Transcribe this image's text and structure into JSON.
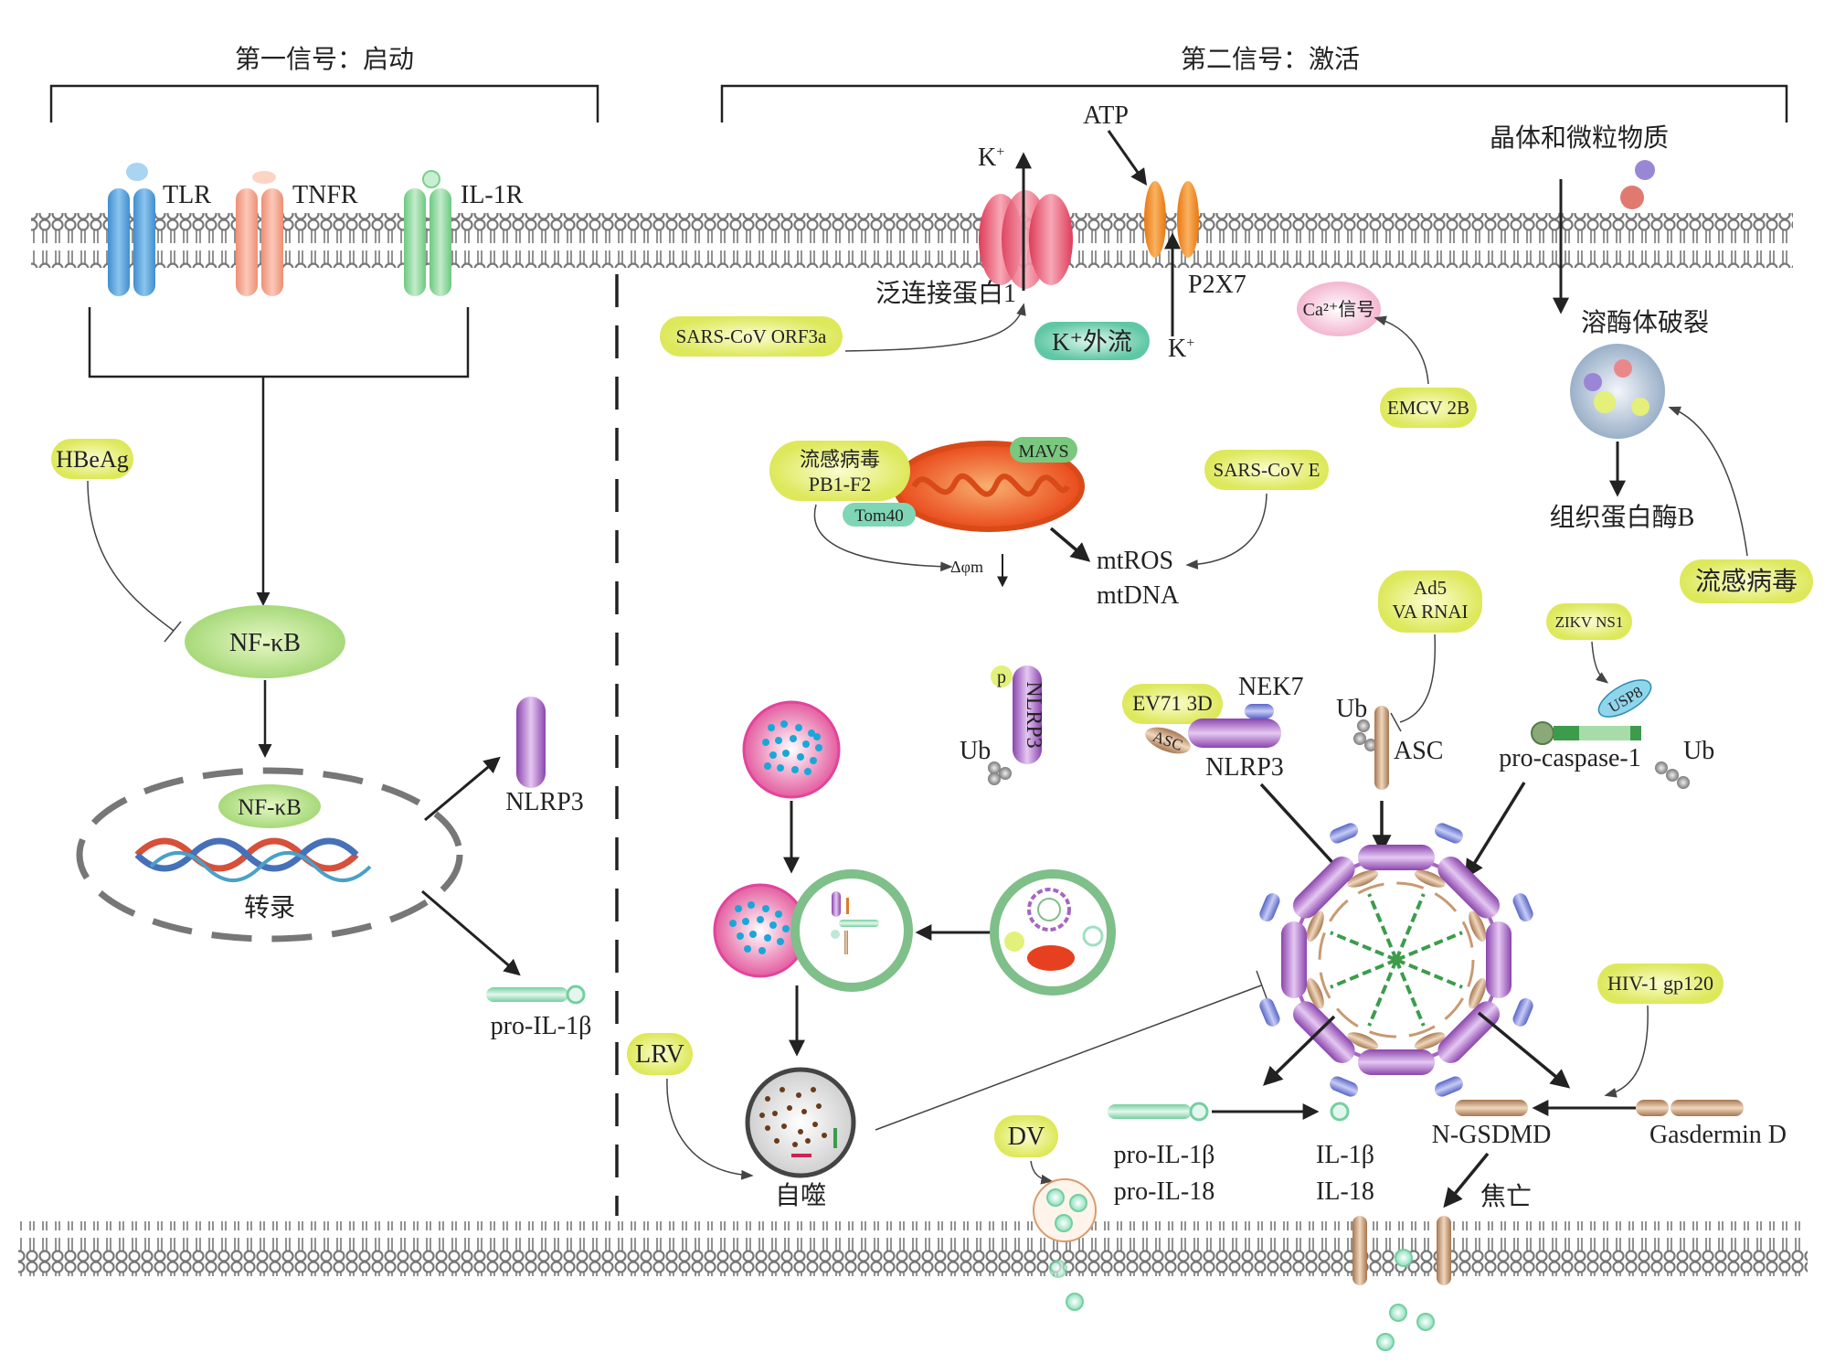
{
  "signal1_title": "第一信号：启动",
  "signal2_title": "第二信号：激活",
  "receptors": {
    "tlr": "TLR",
    "tnfr": "TNFR",
    "il1r": "IL-1R"
  },
  "nfkb": "NF-κB",
  "nfkb_nucleus": "NF-κB",
  "transcription": "转录",
  "hbeag": "HBeAg",
  "nlrp3_product": "NLRP3",
  "pro_il1b_product": "pro-IL-1β",
  "k_plus": "K",
  "atp": "ATP",
  "pannexin": "泛连接蛋白1",
  "p2x7": "P2X7",
  "k_efflux": "K⁺外流",
  "sars_orf3a": "SARS-CoV ORF3a",
  "ca_signal": "Ca²⁺信号",
  "emcv_2b": "EMCV 2B",
  "crystal": "晶体和微粒物质",
  "lysosome_rupture": "溶酶体破裂",
  "cathepsin_b": "组织蛋白酶B",
  "influenza": "流感病毒",
  "influenza_pb1_line1": "流感病毒",
  "influenza_pb1_line2": "PB1-F2",
  "mavs": "MAVS",
  "tom40": "Tom40",
  "delta_phi": "Δφm",
  "mtros": "mtROS",
  "mtdna": "mtDNA",
  "sars_e": "SARS-CoV E",
  "ad5_line1": "Ad5",
  "ad5_line2": "VA RNAI",
  "zikv_ns1": "ZIKV NS1",
  "usp8": "USP8",
  "p_label": "p",
  "nlrp3_vertical": "NLRP3",
  "ub": "Ub",
  "ev71": "EV71 3D",
  "nek7": "NEK7",
  "asc_small": "ASC",
  "nlrp3_complex": "NLRP3",
  "asc": "ASC",
  "procaspase": "pro-caspase-1",
  "hiv": "HIV-1 gp120",
  "lrv": "LRV",
  "autophagy": "自噬",
  "dv": "DV",
  "pro_il1b": "pro-IL-1β",
  "pro_il18": "pro-IL-18",
  "il1b": "IL-1β",
  "il18": "IL-18",
  "ngsdmd": "N-GSDMD",
  "gasdermin": "Gasdermin D",
  "pyroptosis": "焦亡",
  "colors": {
    "tlr": "#5aa5dc",
    "tnfr": "#f4a48a",
    "il1r": "#8fd49c",
    "nfkb": "#b9e38a",
    "highlight_yellow": "#e3f07a",
    "p2x7": "#f28c1e",
    "pannexin": "#e8506a",
    "nlrp3": "#a566c2",
    "asc": "#c89a72",
    "caspase": "#3c9c4c",
    "membrane": "#777777"
  }
}
